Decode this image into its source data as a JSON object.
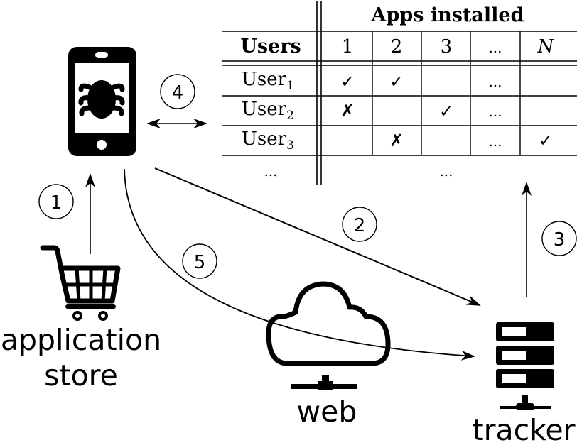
{
  "table": {
    "title": "Apps installed",
    "row_header": "Users",
    "columns": [
      "1",
      "2",
      "3",
      "...",
      "N"
    ],
    "rows": [
      {
        "user": "User",
        "sub": "1",
        "cells": [
          "check",
          "check",
          "",
          "...",
          ""
        ]
      },
      {
        "user": "User",
        "sub": "2",
        "cells": [
          "cross",
          "",
          "check",
          "...",
          ""
        ]
      },
      {
        "user": "User",
        "sub": "3",
        "cells": [
          "",
          "cross",
          "",
          "...",
          "check"
        ]
      }
    ],
    "ellipsis_row": {
      "user": "...",
      "apps": "..."
    }
  },
  "nodes": {
    "phone": {
      "icon": "malware-phone-icon"
    },
    "store": {
      "icon": "shopping-cart-icon",
      "label_line1": "application",
      "label_line2": "store"
    },
    "web": {
      "icon": "cloud-network-icon",
      "label": "web"
    },
    "tracker": {
      "icon": "server-icon",
      "label": "tracker"
    }
  },
  "steps": {
    "s1": "1",
    "s2": "2",
    "s3": "3",
    "s4": "4",
    "s5": "5"
  },
  "glyphs": {
    "check": "✓",
    "cross": "✗",
    "ellipsis": "..."
  }
}
